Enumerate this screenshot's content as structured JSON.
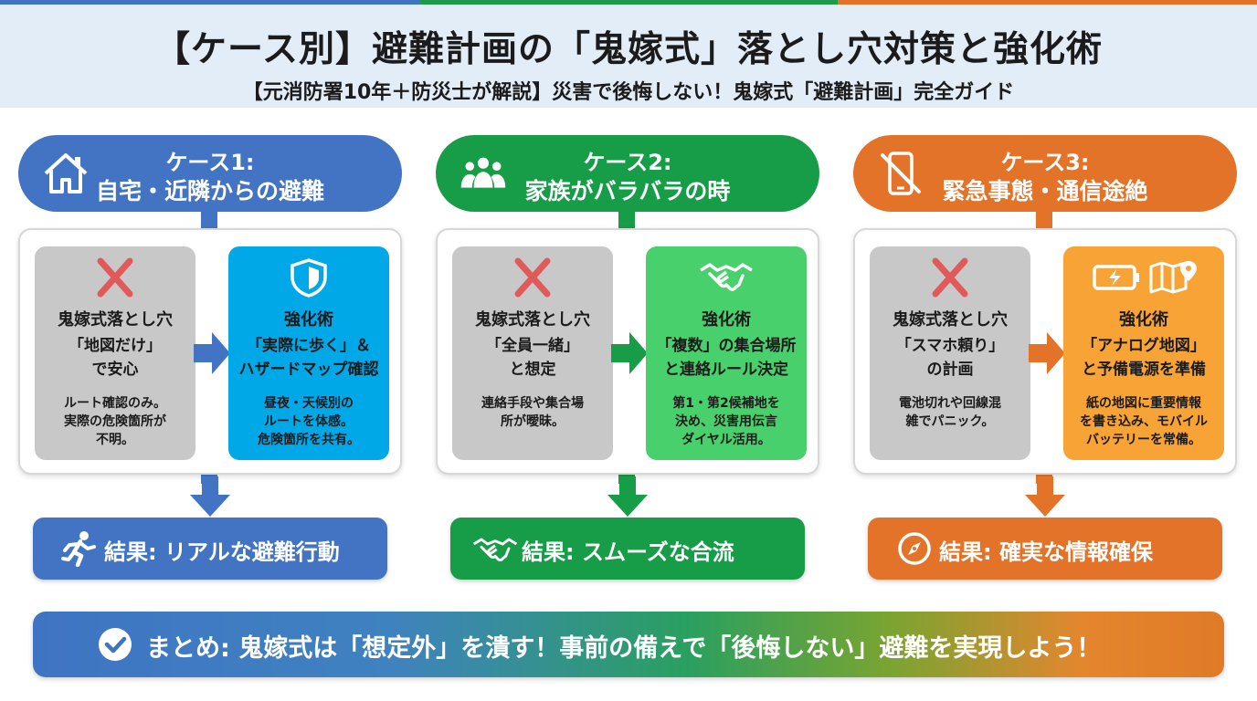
{
  "colors": {
    "blue": "#4374c4",
    "blue_fix": "#00a8e8",
    "green": "#179c47",
    "green_fix": "#48d06c",
    "orange": "#e4732a",
    "orange_fix": "#f7a335",
    "gray_card": "#c8c8c8",
    "red_x": "#e15a5a"
  },
  "header": {
    "title": "【ケース別】避難計画の「鬼嫁式」落とし穴対策と強化術",
    "subtitle": "【元消防署10年＋防災士が解説】災害で後悔しない！鬼嫁式「避難計画」完全ガイド"
  },
  "cases": [
    {
      "icon": "home-icon",
      "number": "ケース1:",
      "name": "自宅・近隣からの避難",
      "pitfall": {
        "icon": "x-mark-icon",
        "heading": "鬼嫁式落とし穴",
        "main": [
          "「地図だけ」",
          "で安心"
        ],
        "desc": [
          "ルート確認のみ。",
          "実際の危険箇所が",
          "不明。"
        ]
      },
      "fix": {
        "icon": "shield-icon",
        "heading": "強化術",
        "main": [
          "「実際に歩く」＆",
          "ハザードマップ確認"
        ],
        "desc": [
          "昼夜・天候別の",
          "ルートを体感。",
          "危険箇所を共有。"
        ]
      },
      "result": {
        "icon": "running-person-icon",
        "text": "結果: リアルな避難行動"
      }
    },
    {
      "icon": "family-icon",
      "number": "ケース2:",
      "name": "家族がバラバラの時",
      "pitfall": {
        "icon": "x-mark-icon",
        "heading": "鬼嫁式落とし穴",
        "main": [
          "「全員一緒」",
          "と想定"
        ],
        "desc": [
          "連絡手段や集合場",
          "所が曖昧。"
        ]
      },
      "fix": {
        "icon": "handshake-icon",
        "heading": "強化術",
        "main": [
          "「複数」の集合場所",
          "と連絡ルール決定"
        ],
        "desc": [
          "第1・第2候補地を",
          "決め、災害用伝言",
          "ダイヤル活用。"
        ]
      },
      "result": {
        "icon": "handshake-icon",
        "text": "結果: スムーズな合流"
      }
    },
    {
      "icon": "no-phone-icon",
      "number": "ケース3:",
      "name": "緊急事態・通信途絶",
      "pitfall": {
        "icon": "x-mark-icon",
        "heading": "鬼嫁式落とし穴",
        "main": [
          "「スマホ頼り」",
          "の計画"
        ],
        "desc": [
          "電池切れや回線混",
          "雑でパニック。"
        ]
      },
      "fix": {
        "icon": "battery-map-icon",
        "heading": "強化術",
        "main": [
          "「アナログ地図」",
          "と予備電源を準備"
        ],
        "desc": [
          "紙の地図に重要情報",
          "を書き込み、モバイル",
          "バッテリーを常備。"
        ]
      },
      "result": {
        "icon": "compass-icon",
        "text": "結果: 確実な情報確保"
      }
    }
  ],
  "summary": {
    "icon": "check-circle-icon",
    "text": "まとめ: 鬼嫁式は「想定外」を潰す！事前の備えで「後悔しない」避難を実現しよう！"
  }
}
